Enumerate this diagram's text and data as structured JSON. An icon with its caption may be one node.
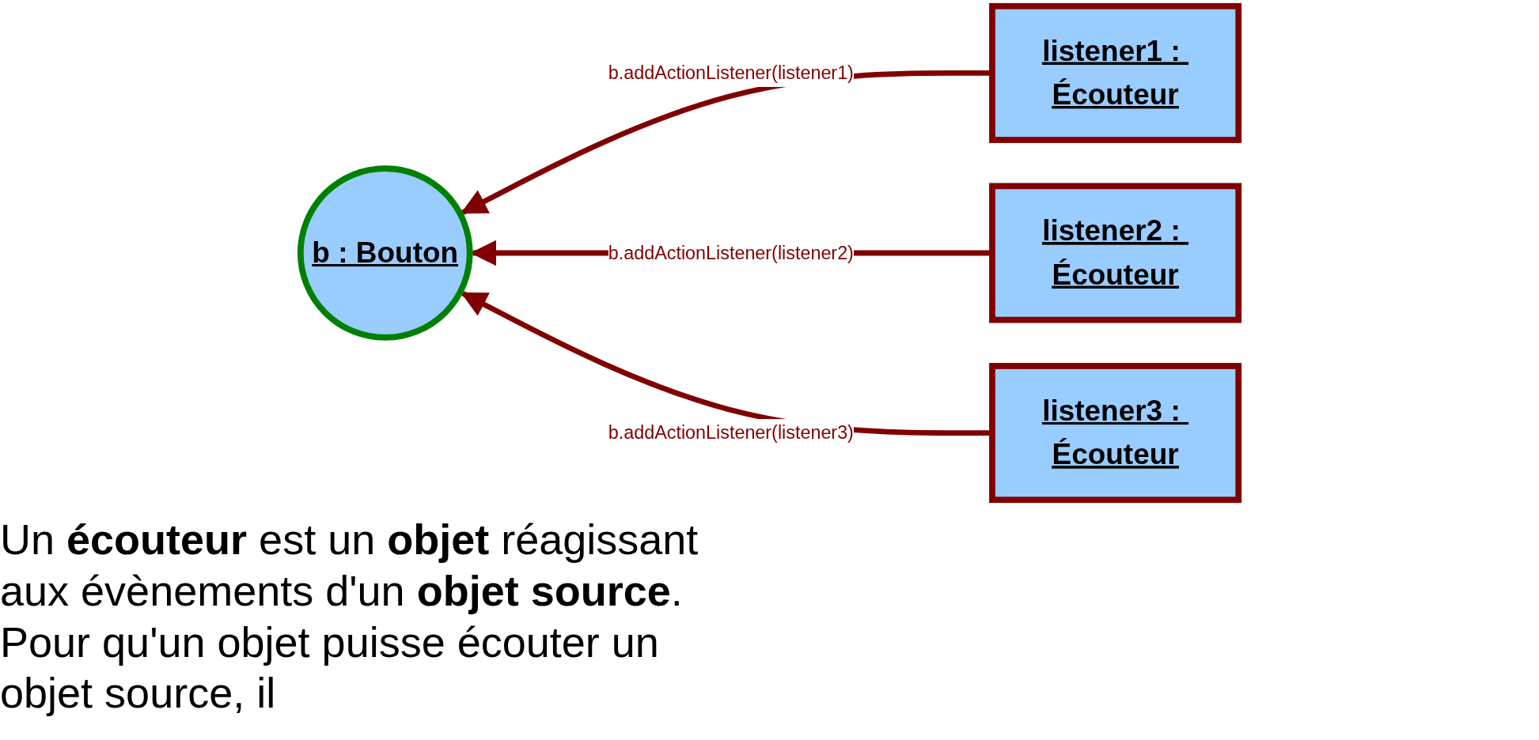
{
  "diagram": {
    "nodes": [
      {
        "text": [
          "b : Bouton"
        ]
      },
      {
        "text": [
          "listener1 : Écouteur"
        ]
      },
      {
        "text": [
          "listener2 : Écouteur"
        ]
      },
      {
        "text": [
          "listener3 : Écouteur"
        ]
      }
    ],
    "edges": [
      {
        "from": 1,
        "to": 0,
        "arrow": "to",
        "label": "b.addActionListener(listener1)"
      },
      {
        "from": 2,
        "to": 0,
        "arrow": "to",
        "label": "b.addActionListener(listener2)"
      },
      {
        "from": 3,
        "to": 0,
        "arrow": "to",
        "label": "b.addActionListener(listener3)"
      }
    ],
    "labels": [
      "Un **écouteur** est un **objet** réagissant aux évènements d'un **objet source**. Pour qu'un objet puisse écouter un objet source, il"
    ]
  }
}
